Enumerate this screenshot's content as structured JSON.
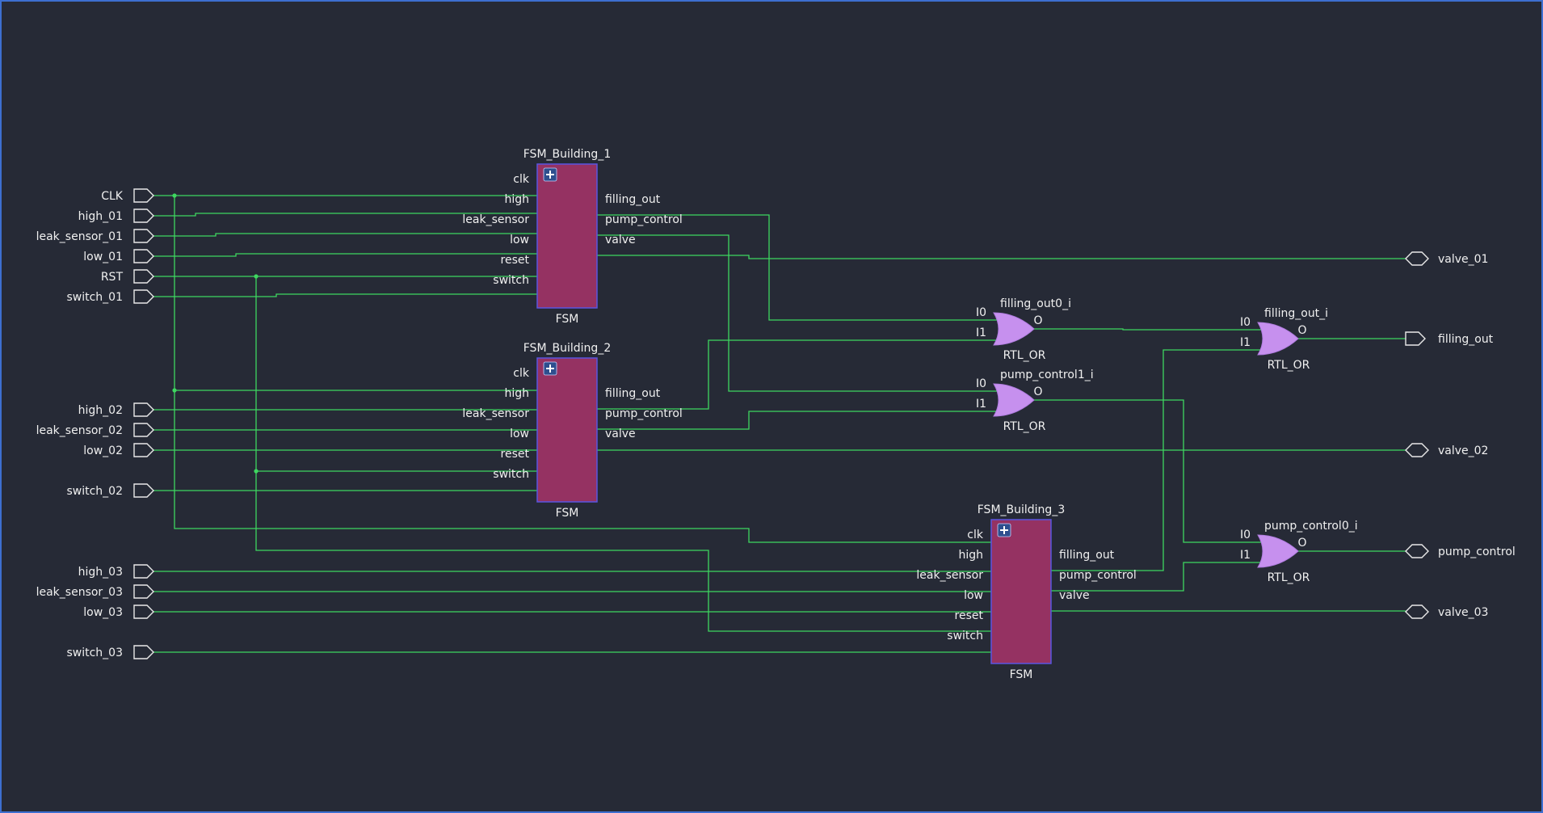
{
  "colors": {
    "background": "#262a36",
    "wire": "#3ed760",
    "cell": "#953262",
    "cell_border": "#5a55e0",
    "or_gate": "#c690ee",
    "frame": "#3d6fd0"
  },
  "inputs": [
    {
      "id": "CLK",
      "label": "CLK"
    },
    {
      "id": "high_01",
      "label": "high_01"
    },
    {
      "id": "leak_sensor_01",
      "label": "leak_sensor_01"
    },
    {
      "id": "low_01",
      "label": "low_01"
    },
    {
      "id": "RST",
      "label": "RST"
    },
    {
      "id": "switch_01",
      "label": "switch_01"
    },
    {
      "id": "high_02",
      "label": "high_02"
    },
    {
      "id": "leak_sensor_02",
      "label": "leak_sensor_02"
    },
    {
      "id": "low_02",
      "label": "low_02"
    },
    {
      "id": "switch_02",
      "label": "switch_02"
    },
    {
      "id": "high_03",
      "label": "high_03"
    },
    {
      "id": "leak_sensor_03",
      "label": "leak_sensor_03"
    },
    {
      "id": "low_03",
      "label": "low_03"
    },
    {
      "id": "switch_03",
      "label": "switch_03"
    }
  ],
  "outputs": [
    {
      "id": "valve_01",
      "label": "valve_01"
    },
    {
      "id": "filling_out",
      "label": "filling_out"
    },
    {
      "id": "valve_02",
      "label": "valve_02"
    },
    {
      "id": "pump_control",
      "label": "pump_control"
    },
    {
      "id": "valve_03",
      "label": "valve_03"
    }
  ],
  "cells": [
    {
      "id": "fsm1",
      "instance": "FSM_Building_1",
      "type": "FSM",
      "expand_icon": "plus-icon",
      "inputs": [
        "clk",
        "high",
        "leak_sensor",
        "low",
        "reset",
        "switch"
      ],
      "outputs": [
        "filling_out",
        "pump_control",
        "valve"
      ]
    },
    {
      "id": "fsm2",
      "instance": "FSM_Building_2",
      "type": "FSM",
      "expand_icon": "plus-icon",
      "inputs": [
        "clk",
        "high",
        "leak_sensor",
        "low",
        "reset",
        "switch"
      ],
      "outputs": [
        "filling_out",
        "pump_control",
        "valve"
      ]
    },
    {
      "id": "fsm3",
      "instance": "FSM_Building_3",
      "type": "FSM",
      "expand_icon": "plus-icon",
      "inputs": [
        "clk",
        "high",
        "leak_sensor",
        "low",
        "reset",
        "switch"
      ],
      "outputs": [
        "filling_out",
        "pump_control",
        "valve"
      ]
    }
  ],
  "gates": [
    {
      "id": "g_fo0",
      "instance": "filling_out0_i",
      "type": "RTL_OR",
      "in0": "I0",
      "in1": "I1",
      "out": "O"
    },
    {
      "id": "g_pc1",
      "instance": "pump_control1_i",
      "type": "RTL_OR",
      "in0": "I0",
      "in1": "I1",
      "out": "O"
    },
    {
      "id": "g_fo",
      "instance": "filling_out_i",
      "type": "RTL_OR",
      "in0": "I0",
      "in1": "I1",
      "out": "O"
    },
    {
      "id": "g_pc0",
      "instance": "pump_control0_i",
      "type": "RTL_OR",
      "in0": "I0",
      "in1": "I1",
      "out": "O"
    }
  ]
}
